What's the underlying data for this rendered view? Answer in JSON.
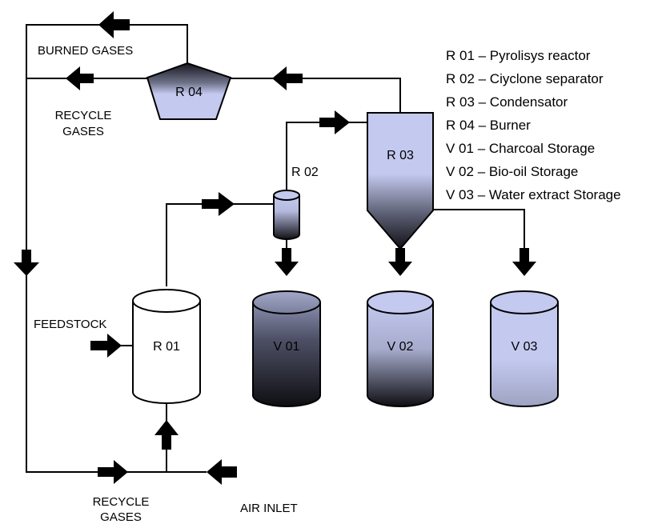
{
  "equipment": {
    "r01": "R 01",
    "r02": "R 02",
    "r03": "R 03",
    "r04": "R 04",
    "v01": "V 01",
    "v02": "V 02",
    "v03": "V 03"
  },
  "streams": {
    "burned_gases": "BURNED GASES",
    "recycle_gases_top": [
      "RECYCLE",
      "GASES"
    ],
    "recycle_gases_bottom": [
      "RECYCLE",
      "GASES"
    ],
    "feedstock": "FEEDSTOCK",
    "air_inlet": "AIR INLET"
  },
  "legend": [
    "R 01 – Pyrolisys reactor",
    "R 02 – Ciyclone separator",
    "R 03 – Condensator",
    "R 04 – Burner",
    "V 01 – Charcoal Storage",
    "V 02 – Bio-oil Storage",
    "V 03 – Water extract Storage"
  ],
  "colors": {
    "lavender": "#c3c9ef",
    "dark": "#0d0d12",
    "white": "#ffffff",
    "line": "#000000"
  }
}
